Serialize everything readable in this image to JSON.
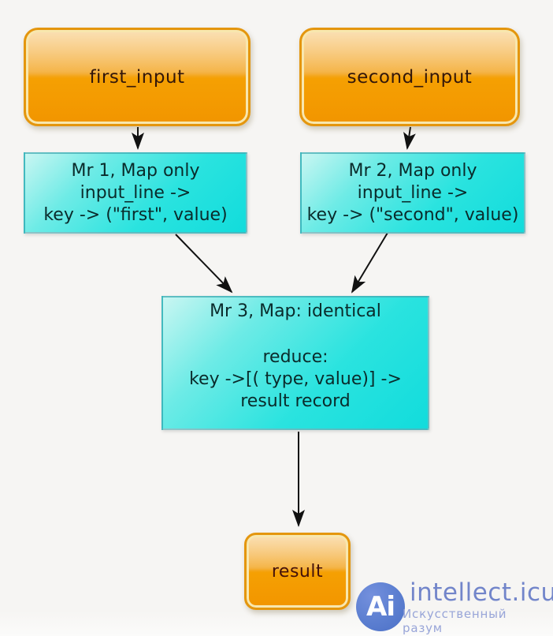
{
  "diagram": {
    "type": "flowchart",
    "topic": "MapReduce merge of two inputs",
    "nodes": {
      "first_input": {
        "label": "first_input"
      },
      "second_input": {
        "label": "second_input"
      },
      "mr1": {
        "lines": [
          "Mr 1, Map only",
          "input_line ->",
          "key -> (\"first\", value)"
        ]
      },
      "mr2": {
        "lines": [
          "Mr 2, Map only",
          "input_line ->",
          "key -> (\"second\", value)"
        ]
      },
      "mr3": {
        "title": "Mr 3, Map: identical",
        "lines": [
          "reduce:",
          "key ->[( type, value)] ->",
          "result record"
        ]
      },
      "result": {
        "label": "result"
      }
    },
    "edges": [
      {
        "from": "first_input",
        "to": "mr1"
      },
      {
        "from": "second_input",
        "to": "mr2"
      },
      {
        "from": "mr1",
        "to": "mr3"
      },
      {
        "from": "mr2",
        "to": "mr3"
      },
      {
        "from": "mr3",
        "to": "result"
      }
    ],
    "colors": {
      "background": "#f6f5f3",
      "orange_node": "#f39c00",
      "orange_border": "#e4960e",
      "orange_inner_ring": "#f8e7ae",
      "cyan_node": "#2ae3df",
      "arrow": "#111111"
    }
  },
  "watermark": {
    "logo_text": "Ai",
    "brand": "intellect.icu",
    "tagline": "Искусственный разум",
    "logo_color": "#5b7ed0",
    "brand_color": "#7285ca",
    "tagline_color": "#98a5d8"
  }
}
